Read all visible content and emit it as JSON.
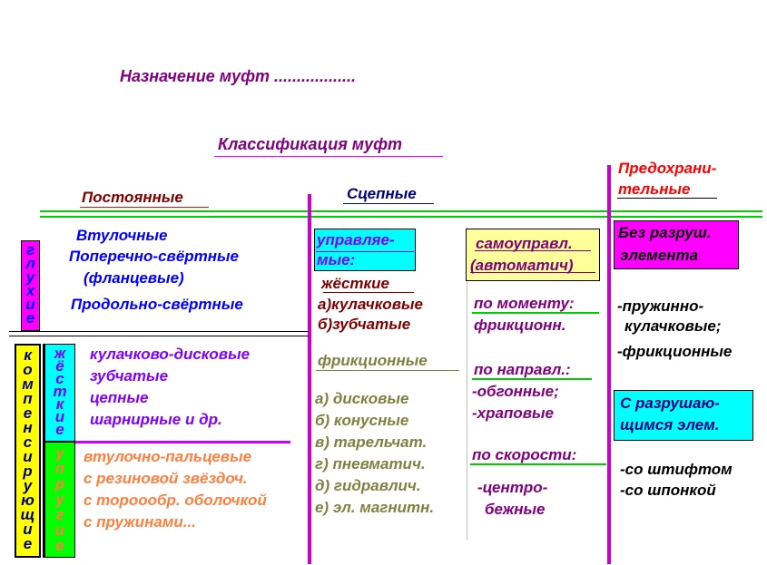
{
  "title": "Назначение муфт ..................",
  "classification": "Классификация муфт",
  "headers": {
    "permanent": "Постоянные",
    "clutch": "Сцепные",
    "safety_1": "Предохрани-",
    "safety_2": "тельные"
  },
  "permanent": {
    "rigid_vertical": "глухие",
    "rigid_items": [
      "Втулочные",
      "Поперечно-свёртные",
      "(фланцевые)",
      "Продольно-свёртные"
    ],
    "compensating_vertical": "компенсирующие",
    "stiff_vertical": "жёсткие",
    "elastic_vertical": "упругие",
    "stiff_items": [
      "кулачково-дисковые",
      "зубчатые",
      "цепные",
      "шарнирные и др."
    ],
    "elastic_items": [
      "втулочно-пальцевые",
      "с резиновой звёздоч.",
      "с тороообр. оболочкой",
      "с пружинами..."
    ]
  },
  "clutch": {
    "controlled_1": "управляе-",
    "controlled_2": "мые:",
    "rigid_label": "жёсткие",
    "rigid_items": [
      "а)кулачковые",
      "б)зубчатые"
    ],
    "friction_label": "фрикционные",
    "friction_items": [
      "а) дисковые",
      "б) конусные",
      "в) тарельчат.",
      "г) пневматич.",
      "д) гидравлич.",
      "е) эл. магнитн."
    ],
    "auto_1": "самоуправл.",
    "auto_2": "(автоматич)",
    "torque_label": "по моменту:",
    "torque_item": "фрикционн.",
    "direction_label": "по направл.:",
    "direction_items": [
      "-обгонные;",
      "-храповые"
    ],
    "speed_label": "по скорости:",
    "speed_items": [
      "-центро-",
      "бежные"
    ]
  },
  "safety": {
    "nondestruct_1": "Без разруш.",
    "nondestruct_2": "элемента",
    "nondestruct_items": [
      "-пружинно-",
      "кулачковые;",
      "-фрикционные"
    ],
    "destruct_1": "С разрушаю-",
    "destruct_2": "щимся элем.",
    "destruct_items": [
      "-со штифтом",
      "-со шпонкой"
    ]
  },
  "colors": {
    "title": "#800080",
    "blue_text": "#0000ff",
    "violet_text": "#8000ff",
    "orange_text": "#ff7f3f",
    "brown_text": "#800000",
    "olive_text": "#808040",
    "purple_text": "#800080",
    "red_text": "#ff0000",
    "cyan_box": "#00ffff",
    "magenta_box": "#ff00ff",
    "yellow_box": "#ffff99",
    "green_line": "#00cc00"
  }
}
